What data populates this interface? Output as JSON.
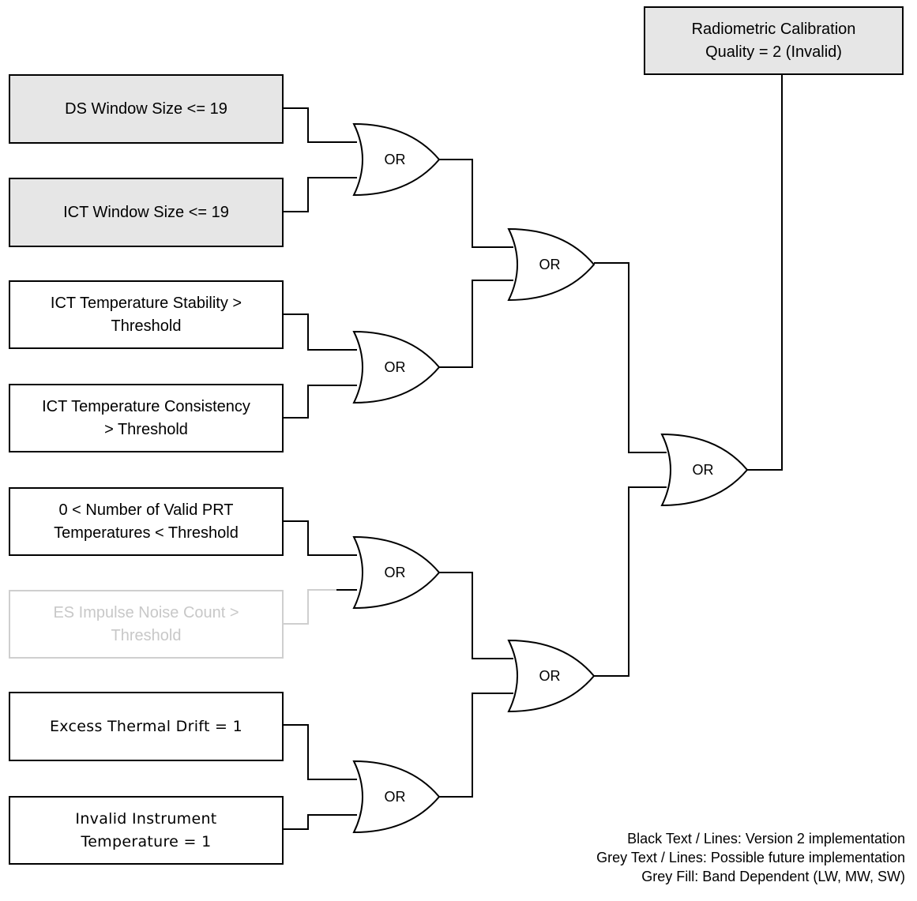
{
  "output": {
    "line1": "Radiometric Calibration",
    "line2": "Quality = 2 (Invalid)"
  },
  "inputs": {
    "ds_window": {
      "line1": "DS Window Size <= 19"
    },
    "ict_window": {
      "line1": "ICT Window Size <= 19"
    },
    "ict_stability": {
      "line1": "ICT Temperature Stability >",
      "line2": "Threshold"
    },
    "ict_consistency": {
      "line1": "ICT Temperature Consistency",
      "line2": "> Threshold"
    },
    "prt_count": {
      "line1": "0 < Number of Valid PRT",
      "line2": "Temperatures < Threshold"
    },
    "es_impulse": {
      "line1": "ES Impulse Noise Count >",
      "line2": "Threshold"
    },
    "thermal_drift": {
      "line1": "Excess Thermal Drift = 1"
    },
    "instrument_temp": {
      "line1": "Invalid Instrument",
      "line2": "Temperature = 1"
    }
  },
  "gates": {
    "g1": "OR",
    "g2": "OR",
    "g3": "OR",
    "g4": "OR",
    "g5": "OR",
    "g6": "OR",
    "g7": "OR"
  },
  "legend": {
    "line1": "Black Text / Lines:  Version 2 implementation",
    "line2": "Grey Text / Lines:  Possible future implementation",
    "line3": "Grey Fill:  Band Dependent (LW, MW, SW)"
  },
  "colors": {
    "fill_grey": "#e6e6e6",
    "future_grey": "#c8c8c8",
    "line": "#000000"
  }
}
